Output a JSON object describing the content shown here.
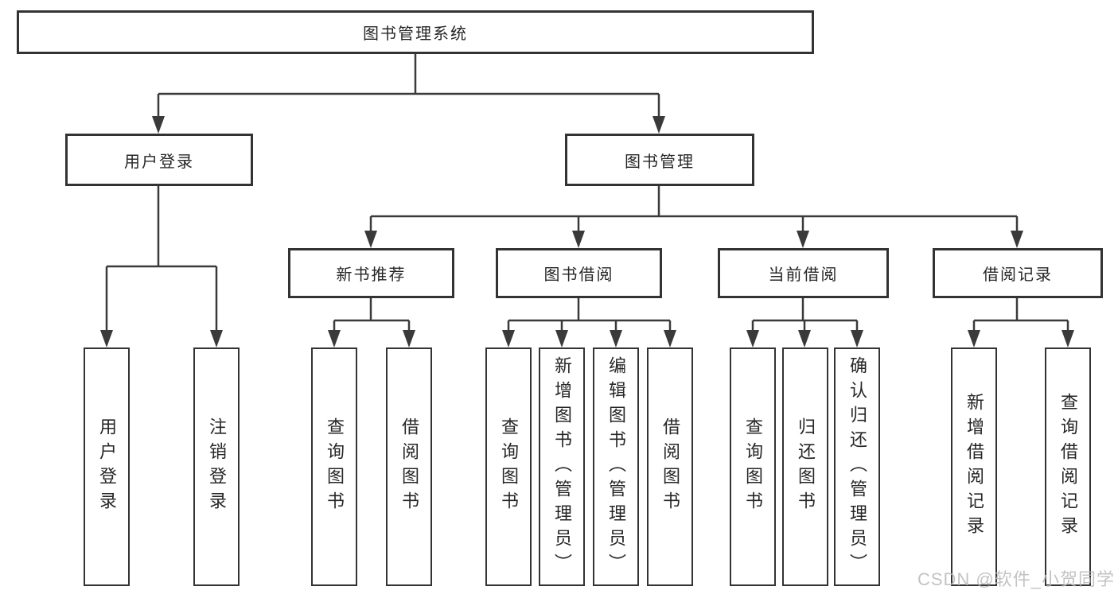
{
  "tree": {
    "root": {
      "label": "图书管理系统"
    },
    "level2": [
      {
        "label": "用户登录",
        "children": [
          {
            "label": "用户登录"
          },
          {
            "label": "注销登录"
          }
        ]
      },
      {
        "label": "图书管理",
        "children": [
          {
            "label": "新书推荐",
            "children": [
              {
                "label": "查询图书"
              },
              {
                "label": "借阅图书"
              }
            ]
          },
          {
            "label": "图书借阅",
            "children": [
              {
                "label": "查询图书"
              },
              {
                "label": "新增图书（管理员）"
              },
              {
                "label": "编辑图书（管理员）"
              },
              {
                "label": "借阅图书"
              }
            ]
          },
          {
            "label": "当前借阅",
            "children": [
              {
                "label": "查询图书"
              },
              {
                "label": "归还图书"
              },
              {
                "label": "确认归还（管理员）"
              }
            ]
          },
          {
            "label": "借阅记录",
            "children": [
              {
                "label": "新增借阅记录"
              },
              {
                "label": "查询借阅记录"
              }
            ]
          }
        ]
      }
    ]
  },
  "watermark": {
    "text": "CSDN @软件_小贺同学"
  },
  "colors": {
    "line": "#3a3a3a",
    "border": "#333333",
    "fill": "#ffffff",
    "text": "#262626",
    "watermark": "#b9b9b9"
  }
}
